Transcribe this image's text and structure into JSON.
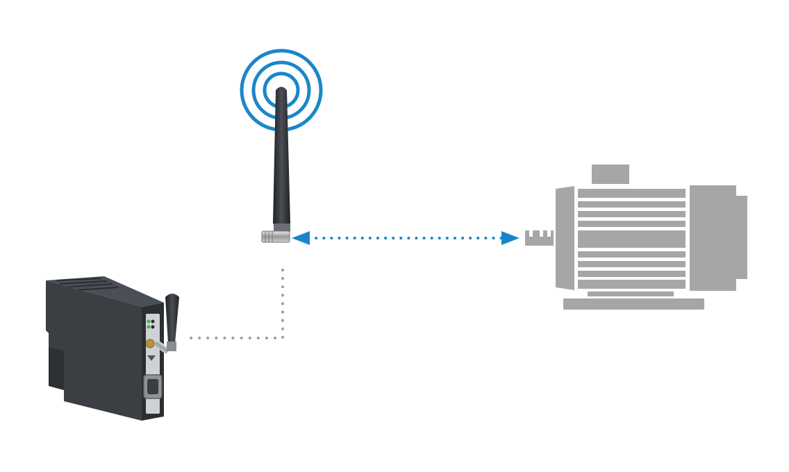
{
  "diagram": {
    "nodes": [
      {
        "id": "gateway",
        "kind": "din-rail-radio-gateway",
        "icon": "gateway-device-icon"
      },
      {
        "id": "antenna",
        "kind": "remote-antenna",
        "icon": "antenna-icon"
      },
      {
        "id": "motor",
        "kind": "electric-motor-with-sensor",
        "icon": "motor-icon"
      }
    ],
    "connections": [
      {
        "from": "gateway",
        "to": "antenna",
        "style": "dotted",
        "direction": "none",
        "color": "#9e9e9e"
      },
      {
        "from": "antenna",
        "to": "motor",
        "style": "dotted",
        "direction": "both",
        "color": "#1a86c9"
      }
    ],
    "colors": {
      "signal": "#1a86c9",
      "cable": "#9e9e9e",
      "motor": "#a6a6a6",
      "device_body": "#3b3f44",
      "antenna_body": "#2e3135"
    }
  }
}
